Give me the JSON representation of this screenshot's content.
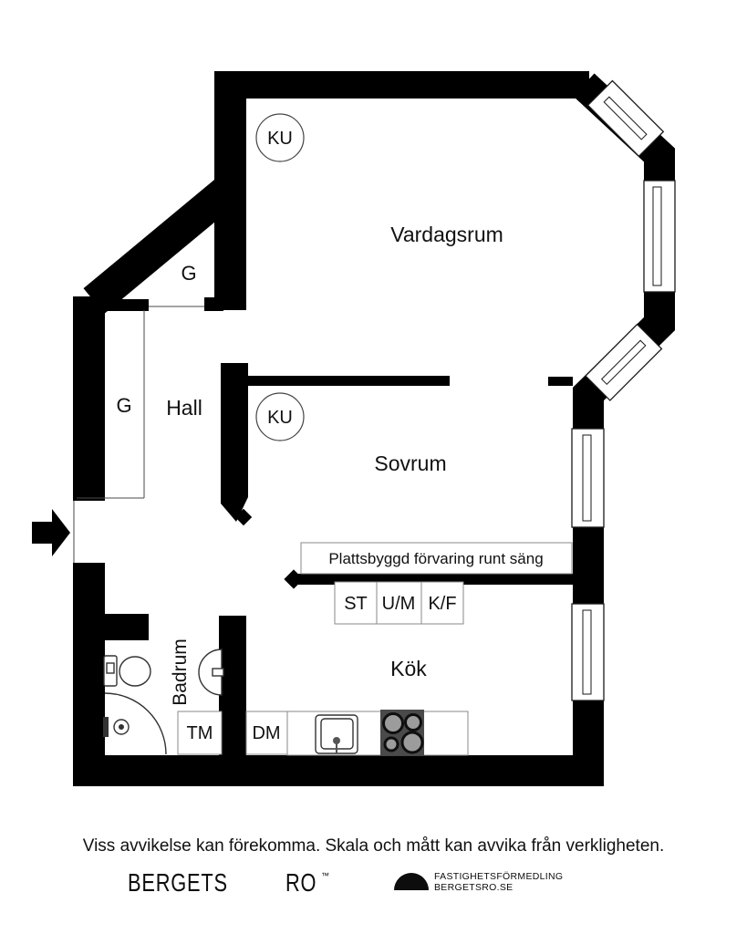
{
  "plan": {
    "labels": {
      "vardagsrum": "Vardagsrum",
      "sovrum": "Sovrum",
      "hall": "Hall",
      "kok": "Kök",
      "badrum": "Badrum",
      "closet_triangle": "G",
      "closet_hall": "G",
      "ku": "KU",
      "storage_note": "Plattsbyggd förvaring runt säng",
      "cabinet_st": "ST",
      "cabinet_um": "U/M",
      "cabinet_kf": "K/F",
      "washing_machine": "TM",
      "dishwasher": "DM"
    },
    "colors": {
      "wall": "#000000",
      "stove_body": "#4a4a4a",
      "burner": "#9c9c9c",
      "floor": "#ffffff"
    }
  },
  "footer": {
    "disclaimer": "Viss avvikelse kan förekomma. Skala och mått kan avvika från verkligheten.",
    "brand_word1": "BERGETS",
    "brand_word2": "RO",
    "trademark": "™",
    "agency_line1": "FASTIGHETSFÖRMEDLING",
    "agency_line2": "BERGETSRO.SE"
  }
}
